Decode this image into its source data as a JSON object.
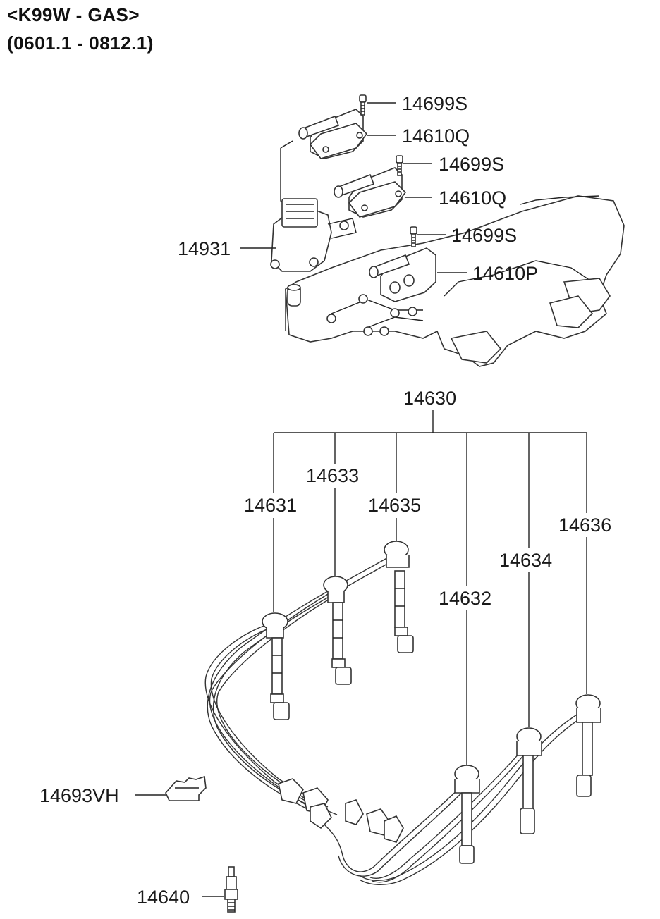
{
  "header": {
    "line1": "<K99W - GAS>",
    "line2": "(0601.1 - 0812.1)"
  },
  "labels": {
    "bolt_top": "14699S",
    "coil_top": "14610Q",
    "bolt_mid": "14699S",
    "coil_mid": "14610Q",
    "bolt_low": "14699S",
    "coil_low": "14610P",
    "bracket": "14931",
    "cable_set": "14630",
    "cable_1": "14631",
    "cable_3": "14633",
    "cable_5": "14635",
    "cable_2": "14632",
    "cable_4": "14634",
    "cable_6": "14636",
    "cable_clip": "14693VH",
    "spark_plug": "14640"
  }
}
